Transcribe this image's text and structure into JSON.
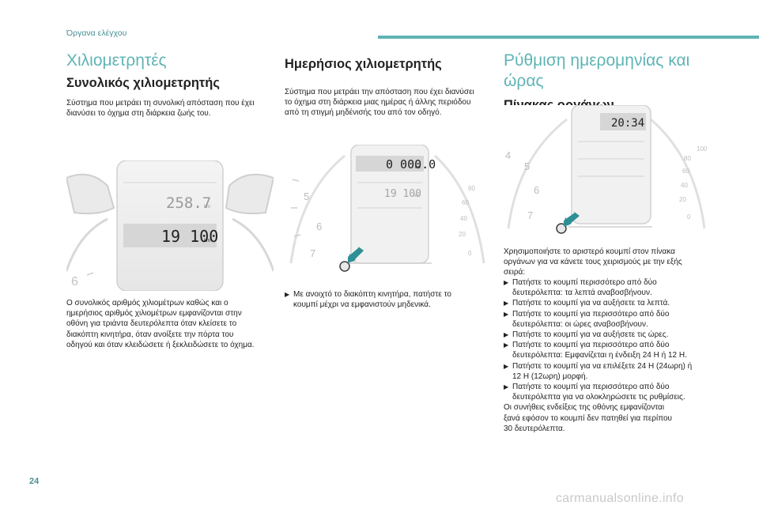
{
  "header": {
    "section": "Όργανα ελέγχου"
  },
  "col1": {
    "title": "Χιλιομετρητές",
    "subtitle": "Συνολικός χιλιομετρητής",
    "intro": [
      "Σύστημα που μετράει τη συνολική απόσταση που έχει",
      "διανύσει το όχημα στη διάρκεια ζωής του."
    ],
    "display": {
      "trip": "258.7",
      "total": "19 100",
      "unit": "km",
      "gauge_number": "6"
    },
    "body": [
      "Ο συνολικός αριθμός χιλιομέτρων καθώς και ο",
      "ημερήσιος αριθμός χιλιομέτρων εμφανίζονται στην",
      "οθόνη για τριάντα δευτερόλεπτα όταν κλείσετε το",
      "διακόπτη κινητήρα, όταν ανοίξετε την πόρτα του",
      "οδηγού και όταν κλειδώσετε ή ξεκλειδώσετε το όχημα."
    ]
  },
  "col2": {
    "subtitle": "Ημερήσιος χιλιομετρητής",
    "intro": [
      "Σύστημα που μετράει την απόσταση που έχει διανύσει",
      "το όχημα στη διάρκεια μιας ημέρας ή άλλης περιόδου",
      "από τη στιγμή μηδένισής του από τον οδηγό."
    ],
    "display": {
      "trip": "0 000.0",
      "total": "19 100",
      "unit": "km",
      "left_ticks": [
        "5",
        "6",
        "7"
      ],
      "right_ticks": [
        "80",
        "60",
        "40",
        "20",
        "0"
      ]
    },
    "bullet_lines": [
      "Με ανοιχτό το διακόπτη κινητήρα, πατήστε το",
      "κουμπί μέχρι να εμφανιστούν μηδενικά."
    ]
  },
  "col3": {
    "title": "Ρύθμιση ημερομηνίας και ώρας",
    "subtitle": "Πίνακας οργάνων",
    "display": {
      "clock": "20:34",
      "left_ticks": [
        "4",
        "5",
        "6",
        "7"
      ],
      "right_ticks": [
        "100",
        "80",
        "60",
        "40",
        "20",
        "0"
      ]
    },
    "intro": [
      "Χρησιμοποιήστε το αριστερό κουμπί στον πίνακα",
      "οργάνων για να κάνετε τους χειρισμούς με την εξής",
      "σειρά:"
    ],
    "bullets": [
      [
        "Πατήστε το κουμπί περισσότερο από δύο",
        "δευτερόλεπτα: τα λεπτά αναβοσβήνουν."
      ],
      [
        "Πατήστε το κουμπί για να αυξήσετε τα λεπτά."
      ],
      [
        "Πατήστε το κουμπί για περισσότερο από δύο",
        "δευτερόλεπτα: οι ώρες αναβοσβήνουν."
      ],
      [
        "Πατήστε το κουμπί για να αυξήσετε τις ώρες."
      ],
      [
        "Πατήστε το κουμπί για περισσότερο από δύο",
        "δευτερόλεπτα: Εμφανίζεται η ένδειξη 24 H ή 12 H."
      ],
      [
        "Πατήστε το κουμπί για να επιλέξετε 24 H (24ωρη) ή",
        "12 H (12ωρη) μορφή."
      ],
      [
        "Πατήστε το κουμπί για περισσότερο από δύο",
        "δευτερόλεπτα για να ολοκληρώσετε τις ρυθμίσεις."
      ]
    ],
    "outro": [
      "Οι συνήθεις ενδείξεις της οθόνης εμφανίζονται",
      "ξανά εφόσον το κουμπί δεν πατηθεί για περίπου",
      "30 δευτερόλεπτα."
    ]
  },
  "footer": {
    "page_number": "24",
    "watermark": "carmanualsonline.info"
  },
  "colors": {
    "accent": "#5fb4b5",
    "arrow": "#2f8f96"
  },
  "icons": {
    "bullet": "bullet-arrow-icon",
    "button_arrow": "press-arrow-icon"
  }
}
